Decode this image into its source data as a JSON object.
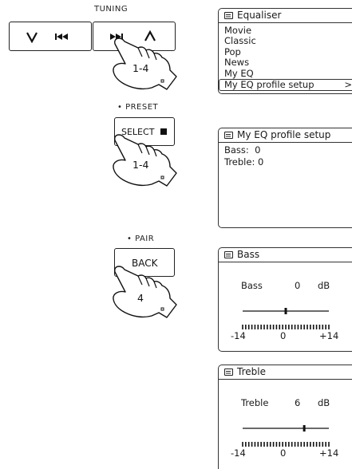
{
  "tuning": {
    "caption": "TUNING",
    "callout": "1-4",
    "buttons": {
      "down": "down-chevron",
      "prev": "previous-track",
      "next": "next-track",
      "up": "up-chevron"
    }
  },
  "preset": {
    "caption": "• PRESET",
    "button_label": "SELECT",
    "callout": "1-4"
  },
  "pair": {
    "caption": "• PAIR",
    "button_label": "BACK",
    "callout": "4"
  },
  "screen_equaliser": {
    "title": "Equaliser",
    "items": [
      "Movie",
      "Classic",
      "Pop",
      "News",
      "My EQ"
    ],
    "selected_item": "My EQ profile setup",
    "selected_arrow": ">"
  },
  "screen_profile": {
    "title": "My EQ profile setup",
    "lines": [
      "Bass:  0",
      "Treble: 0"
    ]
  },
  "screen_bass": {
    "title": "Bass",
    "label": "Bass",
    "value": "0",
    "unit": "dB",
    "level": 0,
    "scale_min": "-14",
    "scale_mid": "0",
    "scale_max": "+14"
  },
  "screen_treble": {
    "title": "Treble",
    "label": "Treble",
    "value": "6",
    "unit": "dB",
    "level": 6,
    "scale_min": "-14",
    "scale_mid": "0",
    "scale_max": "+14"
  },
  "colors": {
    "ink": "#1a1a1a",
    "paper": "#ffffff"
  }
}
